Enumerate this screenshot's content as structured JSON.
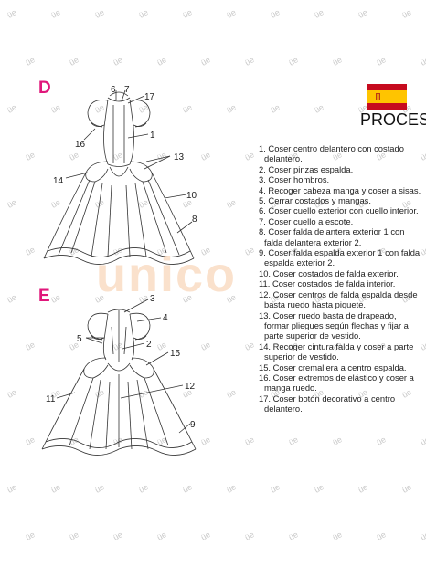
{
  "header": {
    "section_d": "D",
    "section_e": "E",
    "title": "PROCESO",
    "watermark": "unico"
  },
  "colors": {
    "accent": "#e0177b",
    "flag_red": "#c60b1e",
    "flag_yellow": "#ffc400",
    "watermark": "#f6c9a4"
  },
  "figure_d_labels": [
    "6",
    "7",
    "17",
    "1",
    "16",
    "13",
    "14",
    "10",
    "8"
  ],
  "figure_e_labels": [
    "3",
    "4",
    "5",
    "2",
    "15",
    "12",
    "11",
    "9"
  ],
  "steps": [
    "1. Coser centro delantero con costado delantero.",
    "2. Coser pinzas espalda.",
    "3. Coser hombros.",
    "4. Recoger cabeza manga y coser a sisas.",
    "5. Cerrar costados y mangas.",
    "6. Coser cuello exterior con cuello interior.",
    "7. Coser cuello a escote.",
    "8. Coser falda delantera exterior 1 con falda delantera exterior 2.",
    "9. Coser falda espalda exterior 1 con falda espalda exterior 2.",
    "10. Coser costados de falda exterior.",
    "11. Coser costados de falda interior.",
    "12. Coser centros de falda espalda desde basta ruedo hasta piquete.",
    "13. Coser ruedo basta de drapeado, formar pliegues según flechas y fijar a parte superior de vestido.",
    "14. Recoger cintura falda y coser a parte superior de vestido.",
    "15. Coser cremallera a centro espalda.",
    "16. Coser extremos de elástico y coser a manga ruedo.",
    "17. Coser botón decorativo a centro delantero."
  ]
}
